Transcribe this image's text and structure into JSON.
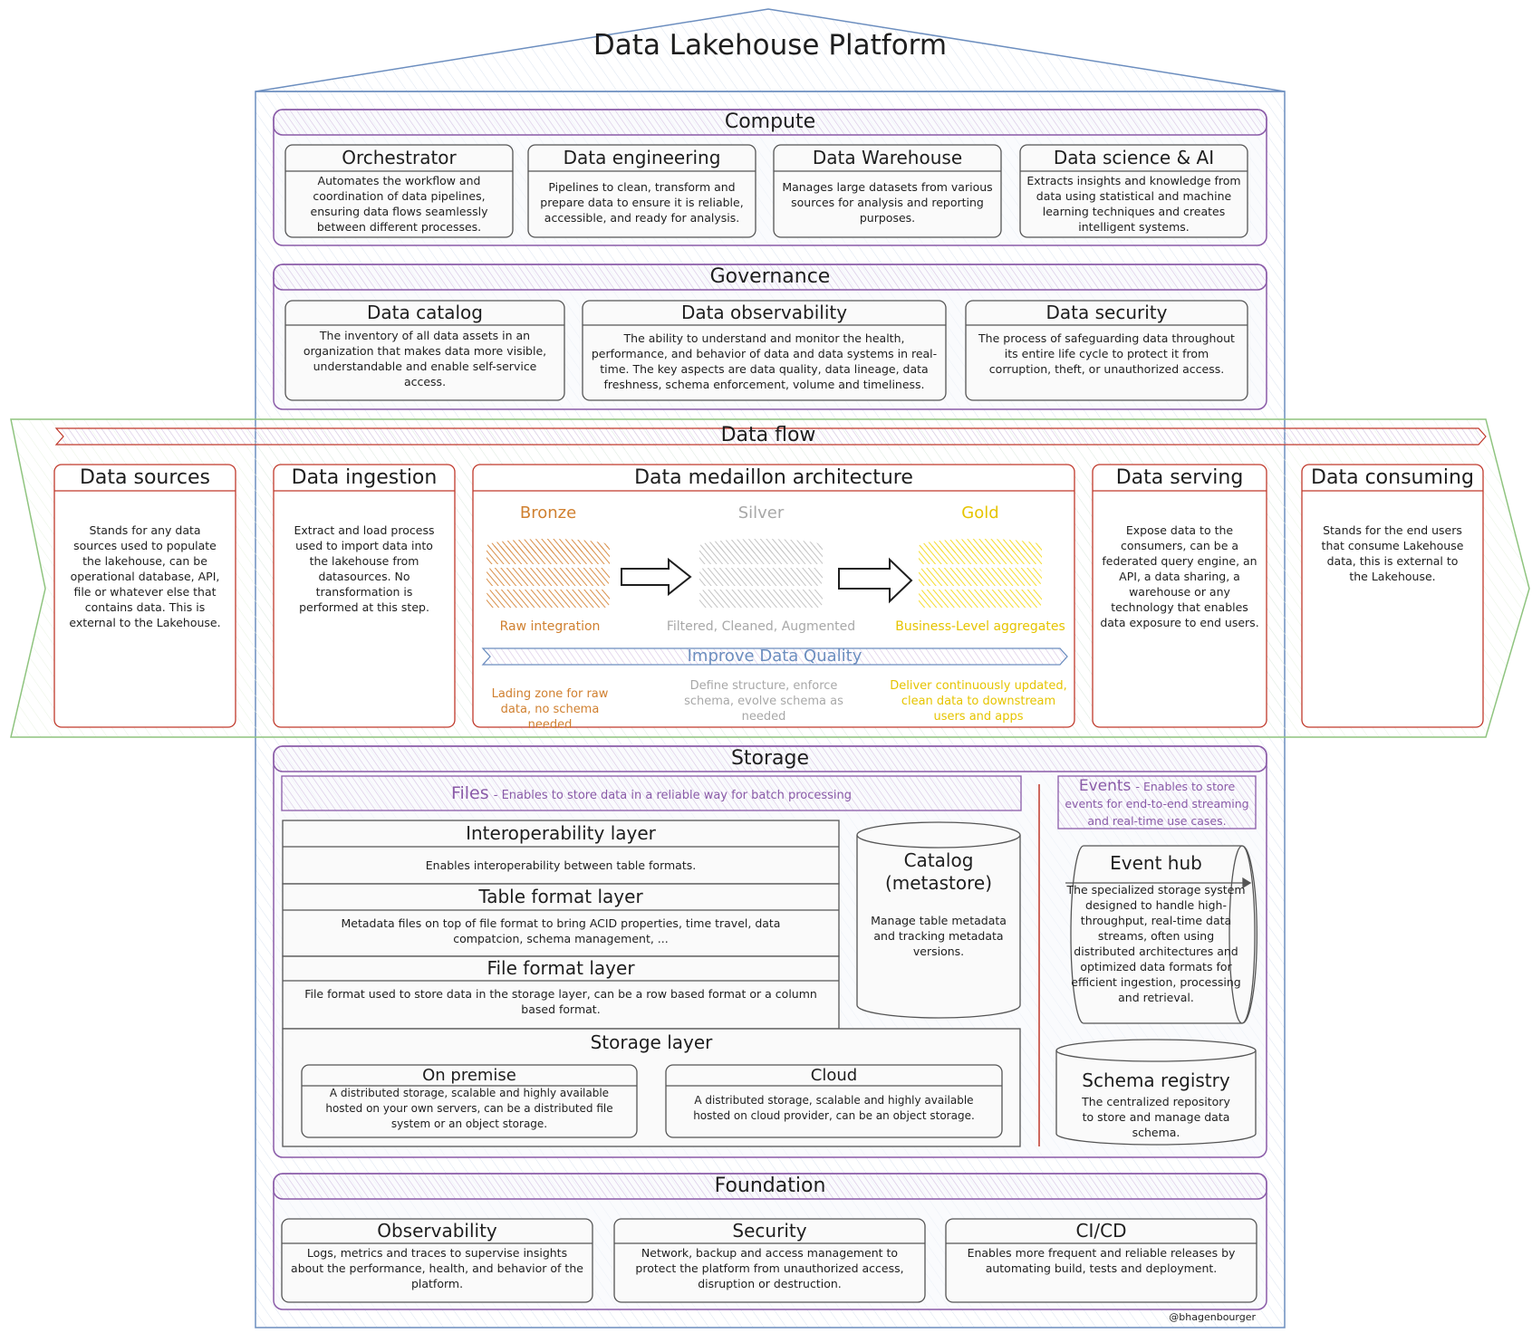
{
  "page": {
    "title": "Data Lakehouse Platform",
    "credit": "@bhagenbourger"
  },
  "compute": {
    "title": "Compute",
    "cards": [
      {
        "title": "Orchestrator",
        "text": "Automates the workflow and coordination of data pipelines, ensuring data flows seamlessly between different processes."
      },
      {
        "title": "Data engineering",
        "text": "Pipelines to clean, transform and prepare data to ensure it is reliable, accessible, and ready for analysis."
      },
      {
        "title": "Data Warehouse",
        "text": "Manages large datasets from various sources for analysis and reporting purposes."
      },
      {
        "title": "Data science & AI",
        "text": "Extracts insights and knowledge from data using statistical and machine learning techniques and creates intelligent systems."
      }
    ]
  },
  "governance": {
    "title": "Governance",
    "cards": [
      {
        "title": "Data catalog",
        "text": "The inventory of all data assets in an organization that makes data more visible, understandable and enable self-service access."
      },
      {
        "title": "Data observability",
        "text": "The ability to understand and monitor the health, performance, and behavior of data and data systems in real-time. The key aspects are data quality, data lineage, data freshness, schema enforcement, volume and timeliness."
      },
      {
        "title": "Data security",
        "text": "The process of safeguarding data throughout its entire life cycle to protect it from corruption, theft, or unauthorized access."
      }
    ]
  },
  "dataflow": {
    "title": "Data flow",
    "sources": {
      "title": "Data sources",
      "text": "Stands for any data sources used to populate the lakehouse, can be operational database, API, file or whatever else that contains data. This is external to the Lakehouse."
    },
    "ingestion": {
      "title": "Data ingestion",
      "text": "Extract and load process used to import data into the lakehouse from datasources. No transformation is performed at this step."
    },
    "medallion": {
      "title": "Data medaillon architecture",
      "bronze": {
        "label": "Bronze",
        "sub": "Raw integration",
        "desc": "Lading zone for raw data, no schema needed"
      },
      "silver": {
        "label": "Silver",
        "sub": "Filtered, Cleaned, Augmented",
        "desc": "Define structure, enforce schema, evolve schema as needed"
      },
      "gold": {
        "label": "Gold",
        "sub": "Business-Level aggregates",
        "desc": "Deliver continuously updated, clean data to downstream users and apps"
      },
      "quality": "Improve Data Quality"
    },
    "serving": {
      "title": "Data serving",
      "text": "Expose data to the consumers, can be a federated query engine, an API, a data sharing, a warehouse or any technology that enables data exposure to end users."
    },
    "consuming": {
      "title": "Data consuming",
      "text": "Stands for the end users that consume Lakehouse data, this is external to the Lakehouse."
    }
  },
  "storage": {
    "title": "Storage",
    "files": {
      "label": "Files",
      "text": "- Enables to store data in a reliable way for batch processing"
    },
    "events": {
      "label": "Events",
      "text": "- Enables to store events for end-to-end streaming and real-time use cases."
    },
    "interop": {
      "title": "Interoperability layer",
      "text": "Enables interoperability between table formats."
    },
    "tableformat": {
      "title": "Table format layer",
      "text": "Metadata files on top of file format to bring ACID properties, time travel, data compatcion, schema management, ..."
    },
    "fileformat": {
      "title": "File format layer",
      "text": "File format used to store data in the storage layer, can be a row based format or a column based format."
    },
    "storagelayer": {
      "title": "Storage layer"
    },
    "onprem": {
      "title": "On premise",
      "text": "A distributed storage, scalable and highly available hosted on your own servers, can be a distributed file system or an object storage."
    },
    "cloud": {
      "title": "Cloud",
      "text": "A distributed storage, scalable and highly available hosted on cloud provider, can be an object storage."
    },
    "catalog": {
      "title": "Catalog (metastore)",
      "text": "Manage table metadata and tracking metadata versions."
    },
    "eventhub": {
      "title": "Event hub",
      "text": "The specialized storage system designed to handle high-throughput, real-time data streams, often using distributed architectures and optimized data formats for efficient ingestion, processing and retrieval."
    },
    "schemareg": {
      "title": "Schema registry",
      "text": "The centralized repository to store and manage data schema."
    }
  },
  "foundation": {
    "title": "Foundation",
    "cards": [
      {
        "title": "Observability",
        "text": "Logs, metrics and traces to supervise insights about the performance, health, and behavior of the platform."
      },
      {
        "title": "Security",
        "text": "Network, backup and access management to protect the platform from unauthorized access, disruption or destruction."
      },
      {
        "title": "CI/CD",
        "text": "Enables more frequent and reliable releases by automating build, tests and deployment."
      }
    ]
  },
  "colors": {
    "house_border": "#6c8ebf",
    "section_border": "#8a5ba8",
    "section_header_fill": "#e9dff0",
    "card_border": "#555555",
    "flow_border": "#8fc47f",
    "flow_card_border": "#c0392b",
    "bronze": "#d08030",
    "silver": "#bbbbbb",
    "gold": "#f2d600"
  }
}
